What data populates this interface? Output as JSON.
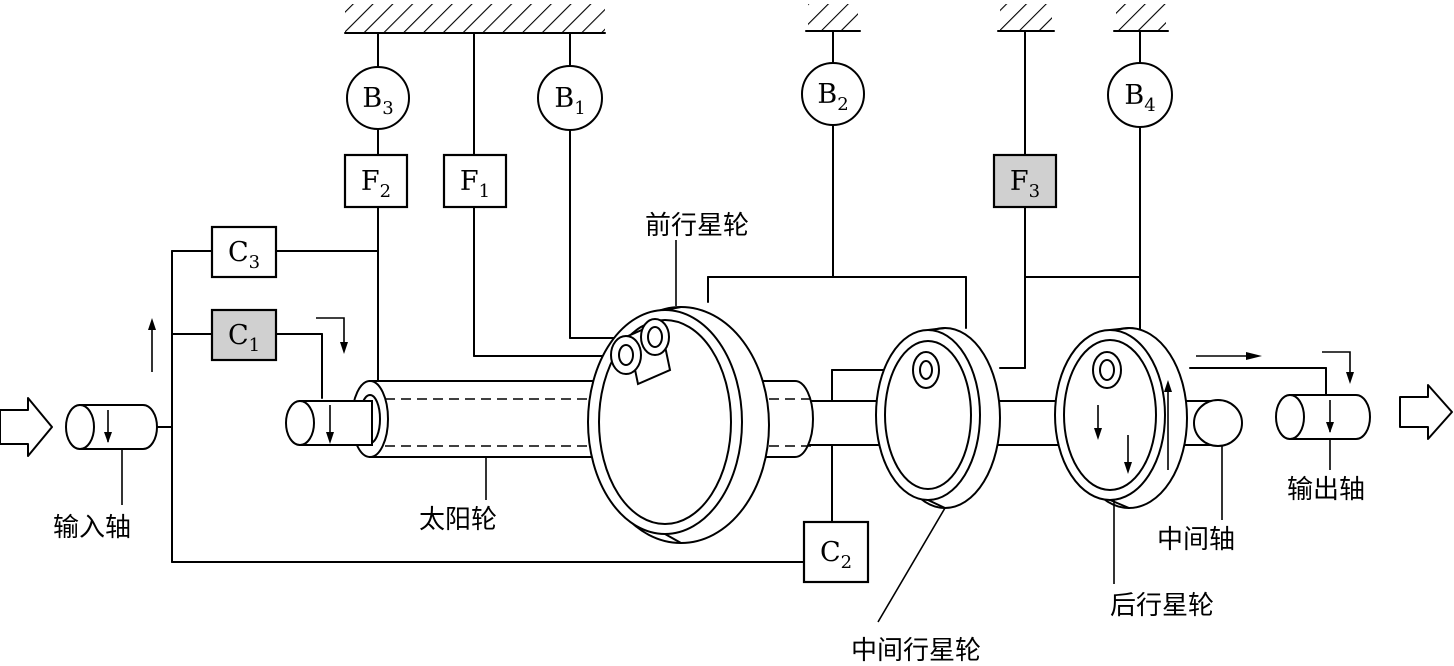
{
  "components": {
    "B1": {
      "letter": "B",
      "sub": "1"
    },
    "B2": {
      "letter": "B",
      "sub": "2"
    },
    "B3": {
      "letter": "B",
      "sub": "3"
    },
    "B4": {
      "letter": "B",
      "sub": "4"
    },
    "F1": {
      "letter": "F",
      "sub": "1",
      "shaded": false
    },
    "F2": {
      "letter": "F",
      "sub": "2",
      "shaded": false
    },
    "F3": {
      "letter": "F",
      "sub": "3",
      "shaded": true
    },
    "C1": {
      "letter": "C",
      "sub": "1",
      "shaded": true
    },
    "C2": {
      "letter": "C",
      "sub": "2",
      "shaded": false
    },
    "C3": {
      "letter": "C",
      "sub": "3",
      "shaded": false
    }
  },
  "labels": {
    "input_shaft": "输入轴",
    "sun_gear": "太阳轮",
    "front_planet": "前行星轮",
    "middle_planet": "中间行星轮",
    "rear_planet": "后行星轮",
    "intermediate_shaft": "中间轴",
    "output_shaft": "输出轴"
  },
  "colors": {
    "line": "#000000",
    "shaded_fill": "#d0d0d0",
    "box_fill": "#ffffff"
  }
}
